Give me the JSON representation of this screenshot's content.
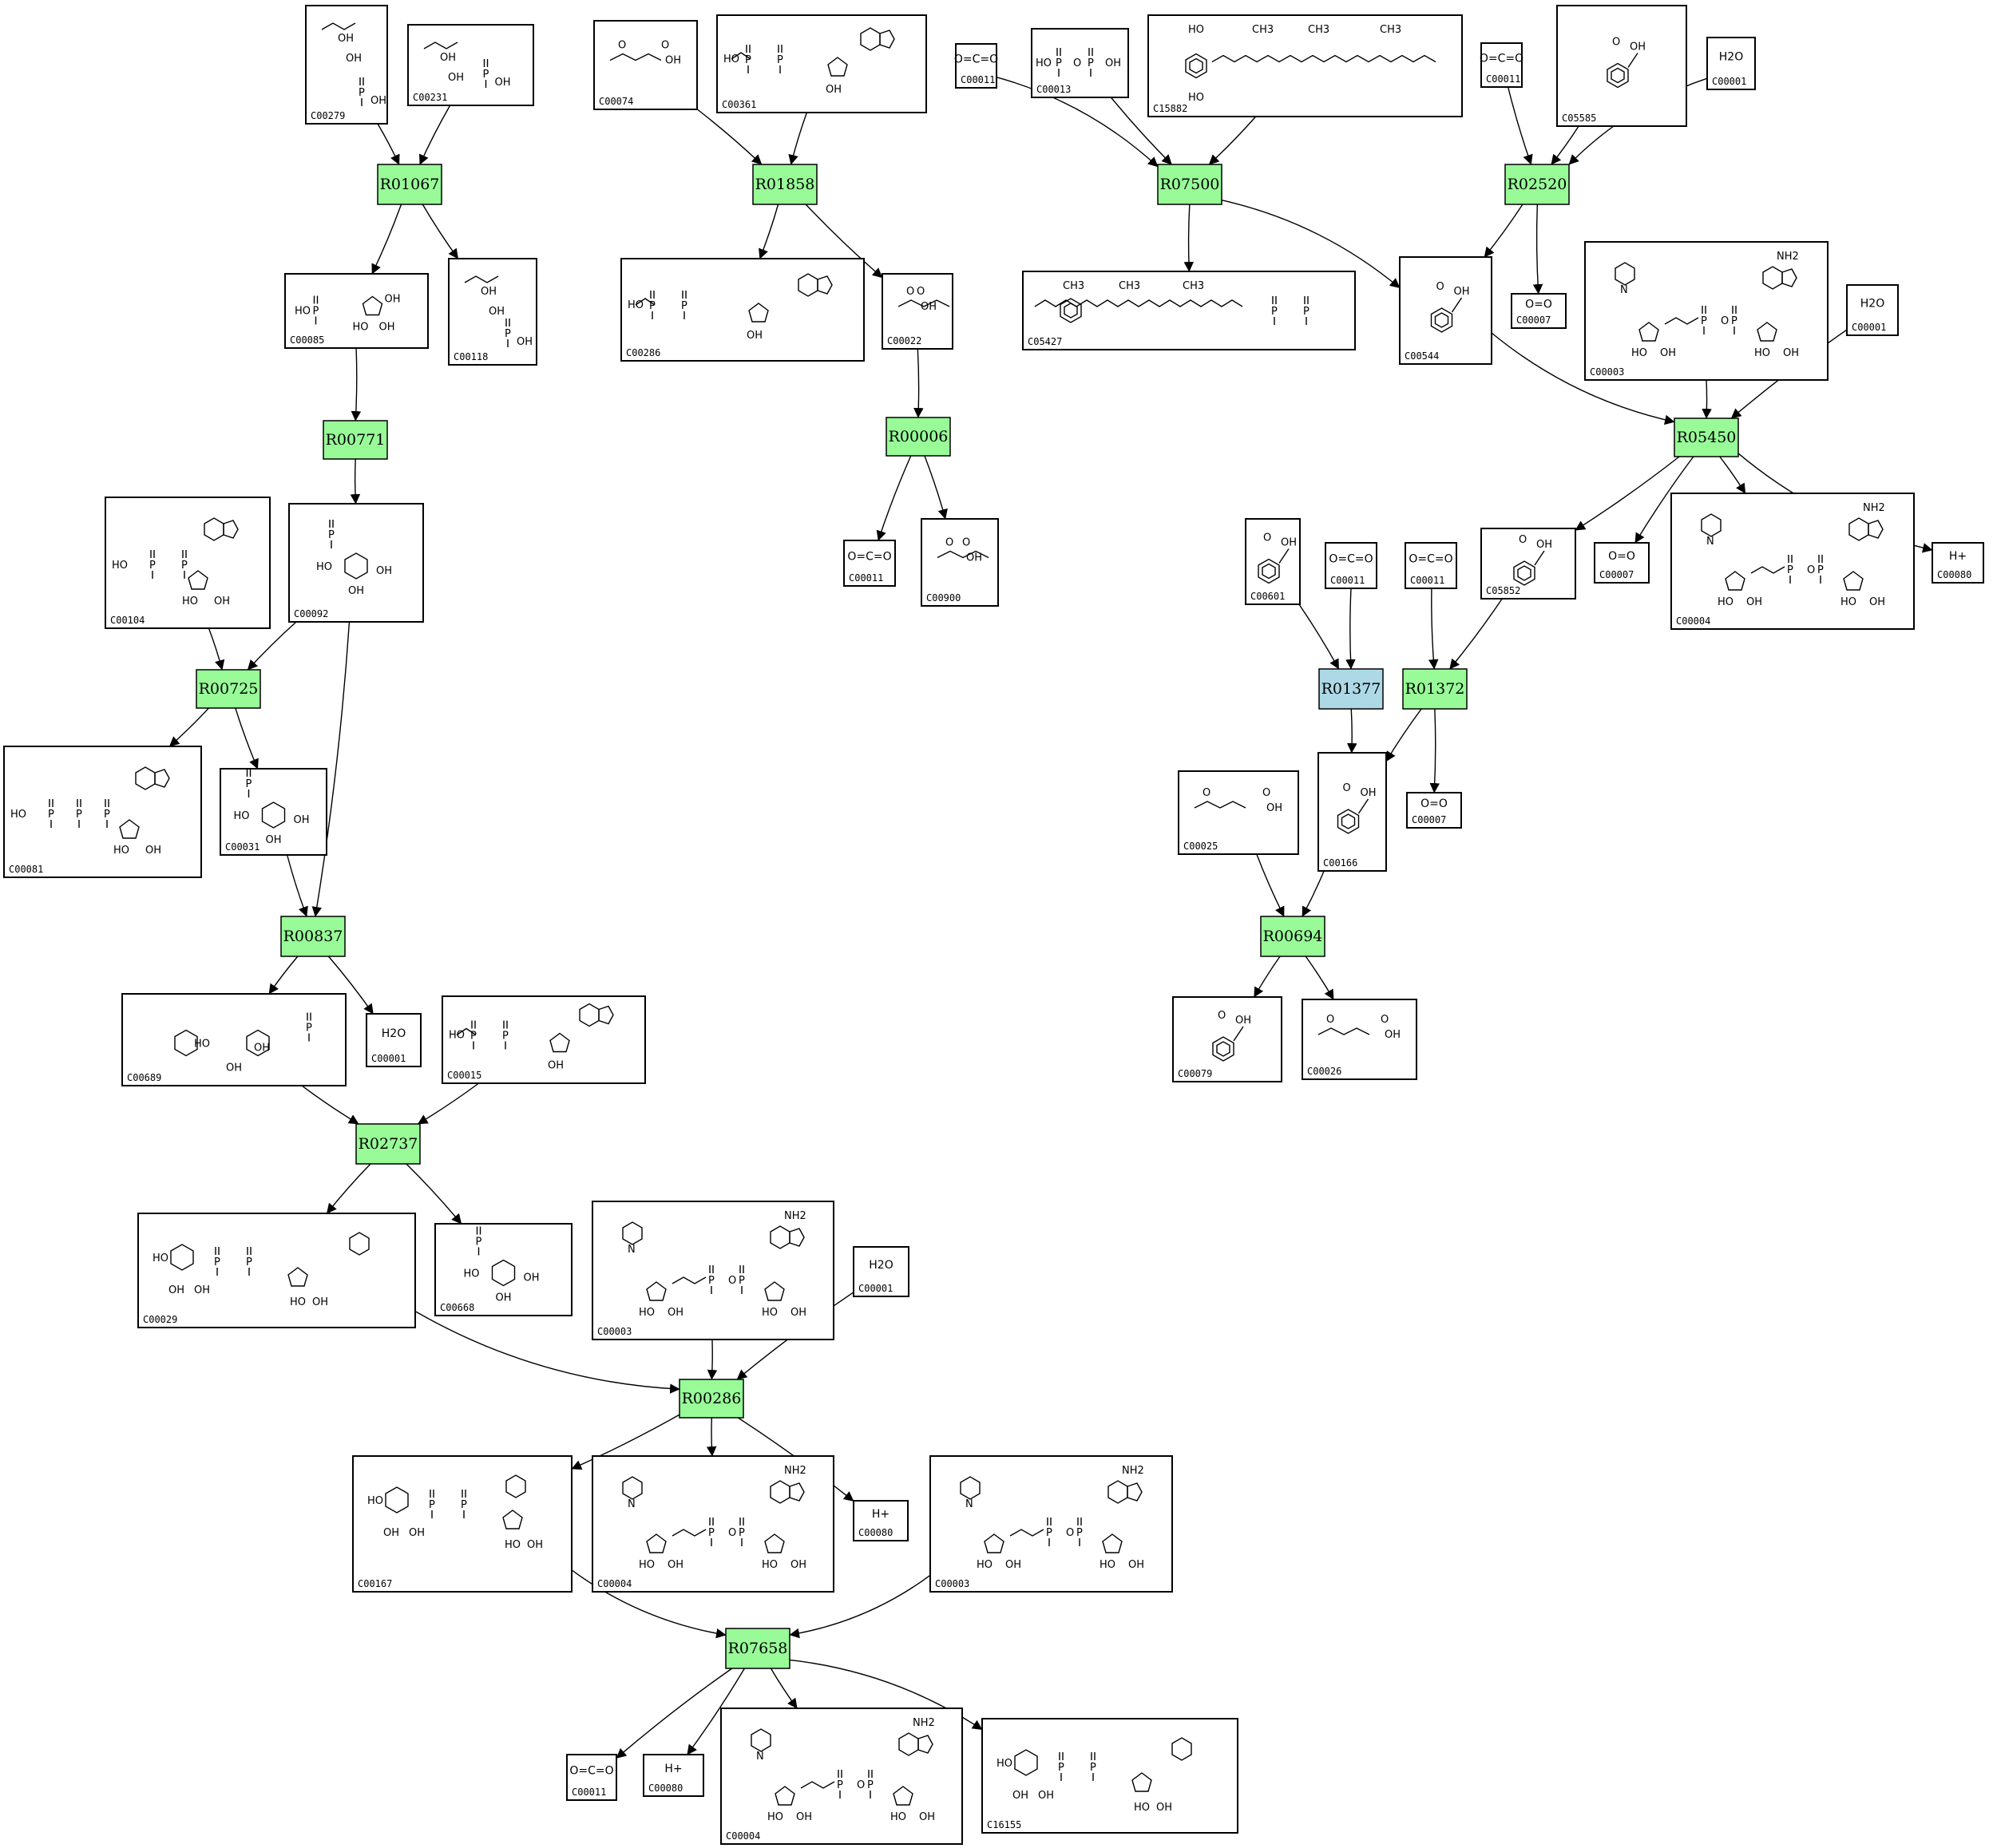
{
  "colors": {
    "reaction": "#98fb98",
    "reaction_highlight": "#add8e6",
    "line": "#000000",
    "background": "#ffffff"
  },
  "reactions": [
    {
      "id": "R01067",
      "label": "R01067",
      "style": "normal"
    },
    {
      "id": "R01858",
      "label": "R01858",
      "style": "normal"
    },
    {
      "id": "R07500",
      "label": "R07500",
      "style": "normal"
    },
    {
      "id": "R02520",
      "label": "R02520",
      "style": "normal"
    },
    {
      "id": "R00771",
      "label": "R00771",
      "style": "normal"
    },
    {
      "id": "R00006",
      "label": "R00006",
      "style": "normal"
    },
    {
      "id": "R05450",
      "label": "R05450",
      "style": "normal"
    },
    {
      "id": "R00725",
      "label": "R00725",
      "style": "normal"
    },
    {
      "id": "R01377",
      "label": "R01377",
      "style": "highlight"
    },
    {
      "id": "R01372",
      "label": "R01372",
      "style": "normal"
    },
    {
      "id": "R00837",
      "label": "R00837",
      "style": "normal"
    },
    {
      "id": "R00694",
      "label": "R00694",
      "style": "normal"
    },
    {
      "id": "R02737",
      "label": "R02737",
      "style": "normal"
    },
    {
      "id": "R00286",
      "label": "R00286",
      "style": "normal"
    },
    {
      "id": "R07658",
      "label": "R07658",
      "style": "normal"
    }
  ],
  "compounds": [
    {
      "key": "n1",
      "id": "C00279",
      "formula": ""
    },
    {
      "key": "n2",
      "id": "C00231",
      "formula": ""
    },
    {
      "key": "n3",
      "id": "C00074",
      "formula": ""
    },
    {
      "key": "n4",
      "id": "C00361",
      "formula": ""
    },
    {
      "key": "n5",
      "id": "C00011",
      "formula": "O=C=O"
    },
    {
      "key": "n6",
      "id": "C00013",
      "formula": ""
    },
    {
      "key": "n7",
      "id": "C15882",
      "formula": ""
    },
    {
      "key": "n8",
      "id": "C00011",
      "formula": "O=C=O"
    },
    {
      "key": "n9",
      "id": "C05585",
      "formula": ""
    },
    {
      "key": "n10",
      "id": "C00001",
      "formula": "H2O"
    },
    {
      "key": "n11",
      "id": "C00085",
      "formula": ""
    },
    {
      "key": "n12",
      "id": "C00118",
      "formula": ""
    },
    {
      "key": "n13",
      "id": "C00286",
      "formula": ""
    },
    {
      "key": "n14",
      "id": "C00022",
      "formula": ""
    },
    {
      "key": "n15",
      "id": "C05427",
      "formula": ""
    },
    {
      "key": "n16",
      "id": "C00544",
      "formula": ""
    },
    {
      "key": "n17",
      "id": "C00007",
      "formula": "O=O"
    },
    {
      "key": "n18",
      "id": "C00003",
      "formula": ""
    },
    {
      "key": "n19",
      "id": "C00001",
      "formula": "H2O"
    },
    {
      "key": "n20",
      "id": "C00104",
      "formula": ""
    },
    {
      "key": "n21",
      "id": "C00092",
      "formula": ""
    },
    {
      "key": "n22",
      "id": "C00011",
      "formula": "O=C=O"
    },
    {
      "key": "n23",
      "id": "C00900",
      "formula": ""
    },
    {
      "key": "n24",
      "id": "C00601",
      "formula": ""
    },
    {
      "key": "n25",
      "id": "C00011",
      "formula": "O=C=O"
    },
    {
      "key": "n26",
      "id": "C00011",
      "formula": "O=C=O"
    },
    {
      "key": "n27",
      "id": "C05852",
      "formula": ""
    },
    {
      "key": "n28",
      "id": "C00007",
      "formula": "O=O"
    },
    {
      "key": "n29",
      "id": "C00004",
      "formula": ""
    },
    {
      "key": "n30",
      "id": "C00080",
      "formula": "H+"
    },
    {
      "key": "n31",
      "id": "C00081",
      "formula": ""
    },
    {
      "key": "n32",
      "id": "C00031",
      "formula": ""
    },
    {
      "key": "n33",
      "id": "C00025",
      "formula": ""
    },
    {
      "key": "n34",
      "id": "C00166",
      "formula": ""
    },
    {
      "key": "n35",
      "id": "C00007",
      "formula": "O=O"
    },
    {
      "key": "n36",
      "id": "C00689",
      "formula": ""
    },
    {
      "key": "n37",
      "id": "C00001",
      "formula": "H2O"
    },
    {
      "key": "n38",
      "id": "C00015",
      "formula": ""
    },
    {
      "key": "n39",
      "id": "C00079",
      "formula": ""
    },
    {
      "key": "n40",
      "id": "C00026",
      "formula": ""
    },
    {
      "key": "n41",
      "id": "C00029",
      "formula": ""
    },
    {
      "key": "n42",
      "id": "C00668",
      "formula": ""
    },
    {
      "key": "n43",
      "id": "C00003",
      "formula": ""
    },
    {
      "key": "n44",
      "id": "C00001",
      "formula": "H2O"
    },
    {
      "key": "n45",
      "id": "C00167",
      "formula": ""
    },
    {
      "key": "n46",
      "id": "C00004",
      "formula": ""
    },
    {
      "key": "n47",
      "id": "C00080",
      "formula": "H+"
    },
    {
      "key": "n48",
      "id": "C00003",
      "formula": ""
    },
    {
      "key": "n49",
      "id": "C00011",
      "formula": "O=C=O"
    },
    {
      "key": "n50",
      "id": "C00080",
      "formula": "H+"
    },
    {
      "key": "n51",
      "id": "C00004",
      "formula": ""
    },
    {
      "key": "n52",
      "id": "C16155",
      "formula": ""
    }
  ],
  "edges": [
    [
      "n1",
      "R01067"
    ],
    [
      "n2",
      "R01067"
    ],
    [
      "R01067",
      "n11"
    ],
    [
      "R01067",
      "n12"
    ],
    [
      "n3",
      "R01858"
    ],
    [
      "n4",
      "R01858"
    ],
    [
      "R01858",
      "n13"
    ],
    [
      "R01858",
      "n14"
    ],
    [
      "n5",
      "R07500"
    ],
    [
      "n6",
      "R07500"
    ],
    [
      "n7",
      "R07500"
    ],
    [
      "R07500",
      "n15"
    ],
    [
      "R07500",
      "n16"
    ],
    [
      "n8",
      "R02520"
    ],
    [
      "n9",
      "R02520"
    ],
    [
      "n10",
      "R02520"
    ],
    [
      "R02520",
      "n16"
    ],
    [
      "R02520",
      "n17"
    ],
    [
      "n11",
      "R00771"
    ],
    [
      "R00771",
      "n21"
    ],
    [
      "n14",
      "R00006"
    ],
    [
      "R00006",
      "n22"
    ],
    [
      "R00006",
      "n23"
    ],
    [
      "n16",
      "R05450"
    ],
    [
      "n18",
      "R05450"
    ],
    [
      "n19",
      "R05450"
    ],
    [
      "R05450",
      "n27"
    ],
    [
      "R05450",
      "n28"
    ],
    [
      "R05450",
      "n29"
    ],
    [
      "R05450",
      "n30"
    ],
    [
      "n20",
      "R00725"
    ],
    [
      "n21",
      "R00725"
    ],
    [
      "R00725",
      "n31"
    ],
    [
      "R00725",
      "n32"
    ],
    [
      "n24",
      "R01377"
    ],
    [
      "n25",
      "R01377"
    ],
    [
      "R01377",
      "n34"
    ],
    [
      "n26",
      "R01372"
    ],
    [
      "n27",
      "R01372"
    ],
    [
      "R01372",
      "n34"
    ],
    [
      "R01372",
      "n35"
    ],
    [
      "n32",
      "R00837"
    ],
    [
      "n21",
      "R00837"
    ],
    [
      "R00837",
      "n36"
    ],
    [
      "R00837",
      "n37"
    ],
    [
      "n33",
      "R00694"
    ],
    [
      "n34",
      "R00694"
    ],
    [
      "R00694",
      "n39"
    ],
    [
      "R00694",
      "n40"
    ],
    [
      "n36",
      "R02737"
    ],
    [
      "n38",
      "R02737"
    ],
    [
      "R02737",
      "n41"
    ],
    [
      "R02737",
      "n42"
    ],
    [
      "n41",
      "R00286"
    ],
    [
      "n43",
      "R00286"
    ],
    [
      "n44",
      "R00286"
    ],
    [
      "R00286",
      "n45"
    ],
    [
      "R00286",
      "n46"
    ],
    [
      "R00286",
      "n47"
    ],
    [
      "n45",
      "R07658"
    ],
    [
      "n48",
      "R07658"
    ],
    [
      "R07658",
      "n49"
    ],
    [
      "R07658",
      "n50"
    ],
    [
      "R07658",
      "n51"
    ],
    [
      "R07658",
      "n52"
    ]
  ]
}
